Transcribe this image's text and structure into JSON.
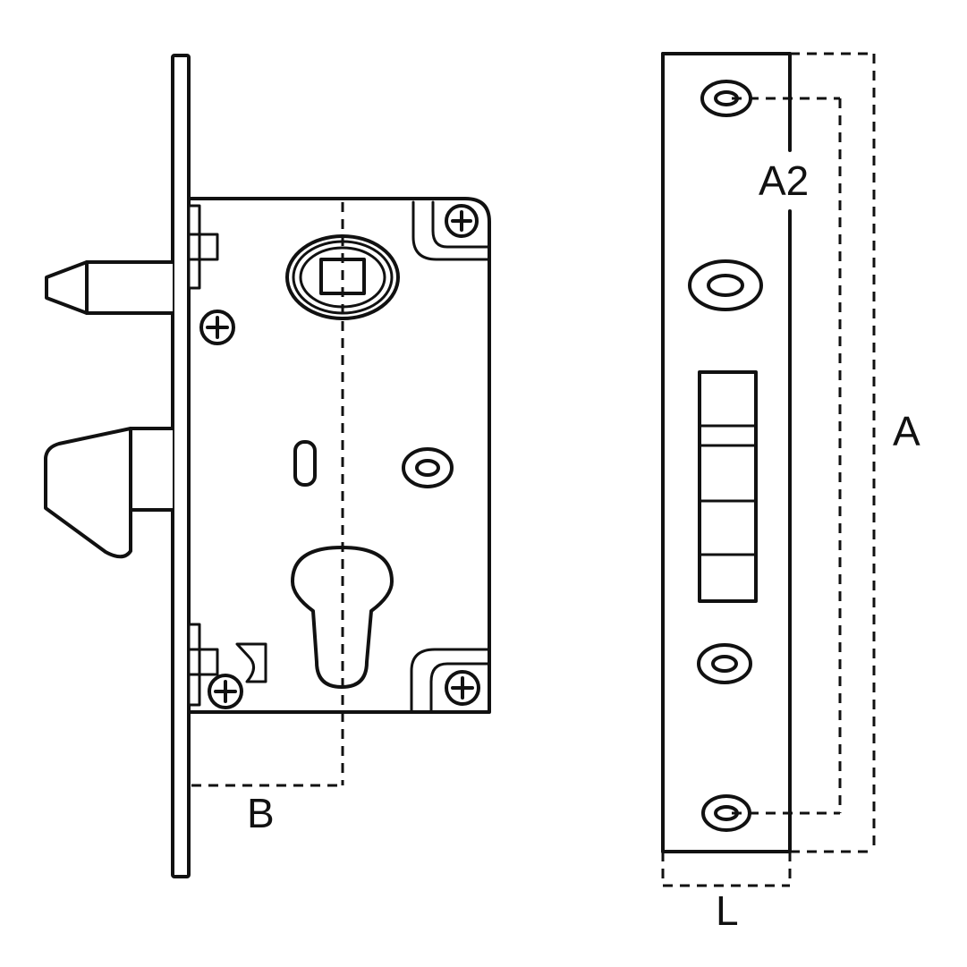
{
  "colors": {
    "line": "#111111",
    "background": "#ffffff"
  },
  "dimensions": {
    "a2": "A2",
    "a": "A",
    "b": "B",
    "l": "L"
  }
}
